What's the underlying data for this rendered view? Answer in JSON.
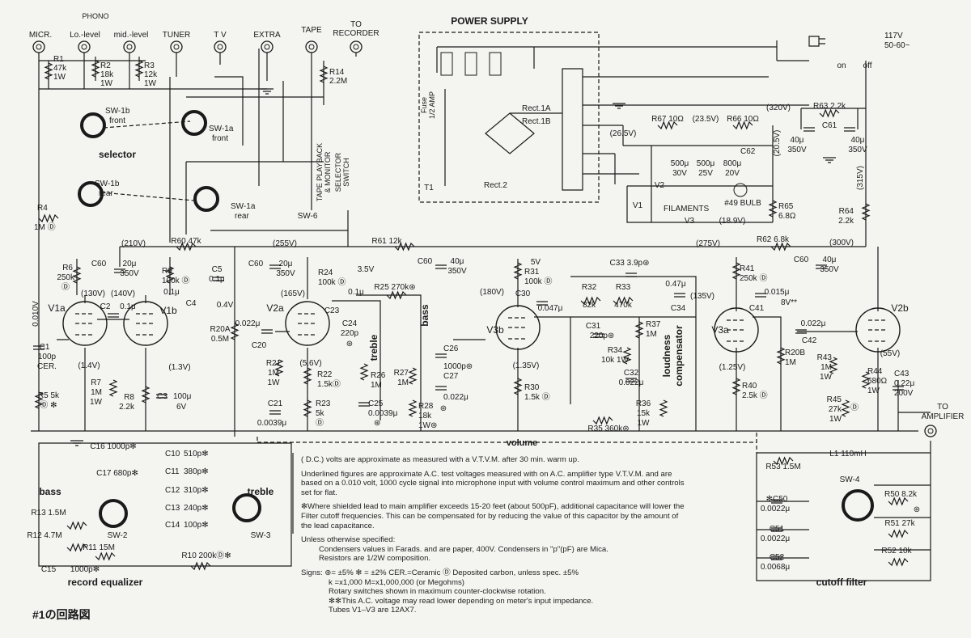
{
  "title": "#1の回路図",
  "labels": {
    "in_micr": "MICR.",
    "phono": "PHONO",
    "in_lo": "Lo.-level",
    "in_mid": "mid.-level",
    "in_tuner": "TUNER",
    "in_tv": "T V",
    "in_extra": "EXTRA",
    "in_tape": "TAPE",
    "to_rec1": "TO",
    "to_rec2": "RECORDER",
    "r1": "R1",
    "r1v": "47k",
    "r1w": "1W",
    "r2": "R2",
    "r2v": "18k",
    "r2w": "1W",
    "r3": "R3",
    "r3v": "12k",
    "r3w": "1W",
    "r14": "R14",
    "r14v": "2.2M",
    "sw1bf": "SW-1b",
    "sw1bf2": "front",
    "selector": "selector",
    "sw1af": "SW-1a",
    "sw1af2": "front",
    "sw1br": "SW-1b",
    "sw1br2": "rear",
    "sw1ar": "SW-1a",
    "sw1ar2": "rear",
    "tapepb": "TAPE PLAYBACK",
    "tapemon": "& MONITOR",
    "selsw1": "SELECTOR",
    "selsw2": "SWITCH",
    "sw6": "SW-6",
    "r4": "R4",
    "r4v": "1M Ⓓ",
    "ps": "POWER SUPPLY",
    "ac1": "117V",
    "ac2": "50-60~",
    "on": "on",
    "off": "off",
    "fuse": "Fuse",
    "fuse2": "1/2 AMP",
    "rect1a": "Rect.1A",
    "rect1b": "Rect.1B",
    "rect2": "Rect.2",
    "t1": "T1",
    "r67": "R67 10Ω",
    "v235": "(23.5V)",
    "r66": "R66 10Ω",
    "v265": "(26.5V)",
    "v320": "(320V)",
    "r63": "R63 2.2k",
    "c61": "C61",
    "c61a": "40μ",
    "c61b": "350V",
    "c61c": "40μ",
    "c61d": "350V",
    "v205": "(20.5V)",
    "v315": "(315V)",
    "c62": "C62",
    "c62a": "500μ",
    "c62b": "30V",
    "c62c": "500μ",
    "c62d": "25V",
    "c62e": "800μ",
    "c62f": "20V",
    "v2f": "V2",
    "v1f": "V1",
    "fil": "FILAMENTS",
    "v3f": "V3",
    "bulb": "#49 BULB",
    "v189": "(18.9V)",
    "r65": "R65",
    "r65v": "6.8Ω",
    "r64": "R64",
    "r64v": "2.2k",
    "v210": "(210V)",
    "r60": "R60 47k",
    "v255": "(255V)",
    "r61": "R61 12k",
    "v275": "(275V)",
    "r62": "R62 6.8k",
    "v300": "(300V)",
    "c60a": "C60",
    "c60a1": "20μ",
    "c60a2": "350V",
    "r6": "R6",
    "r6v": "250k",
    "r6d": "Ⓓ",
    "r9": "R9",
    "r9v": "100k Ⓓ",
    "c5": "C5",
    "c5v": "0.1μ",
    "v130": "(130V)",
    "v140": "(140V)",
    "c4v": "0.1μ",
    "c4": "C4",
    "v1a": "V1a",
    "v1b": "V1b",
    "c2": "C2",
    "c2v": "0.1μ",
    "v0010": "0.010V",
    "c1": "C1",
    "c1v": "100p",
    "c1c": "CER.",
    "v14": "(1.4V)",
    "v13": "(1.3V)",
    "r7": "R7",
    "r7v": "1M",
    "r7w": "1W",
    "r8": "R8",
    "r8v": "2.2k",
    "c3": "C3",
    "c3v": "100μ",
    "c3w": "6V",
    "r5": "R5 5k",
    "r5d": "Ⓓ ✻",
    "v04": "0.4V",
    "r20a": "R20A",
    "r20av": "0.5M",
    "c60b": "C60",
    "c60b1": "20μ",
    "c60b2": "350V",
    "r24": "R24",
    "r24v": "100k Ⓓ",
    "v165": "(165V)",
    "c20v": "0.022μ",
    "c20": "C20",
    "v2a": "V2a",
    "c23": "C23",
    "c24": "C24",
    "c24v": "220p",
    "c24s": "⊛",
    "c01": "0.1μ",
    "v35": "3.5V",
    "r25": "R25 270k⊛",
    "treble": "treble",
    "bass": "bass",
    "r21": "R21",
    "r21v": "1M",
    "r21w": "1W",
    "v56": "(5.6V)",
    "r22": "R22",
    "r22v": "1.5kⒹ",
    "r26": "R26",
    "r26v": "1M",
    "c21": "C21",
    "c21v": "0.0039μ",
    "r23": "R23",
    "r23v": "5k",
    "r23d": "Ⓓ",
    "c25": "C25",
    "c25v": "0.0039μ",
    "c25s": "⊛",
    "r27": "R27",
    "r27v": "1M",
    "c26": "C26",
    "c26v": "1000p⊛",
    "c27": "C27",
    "c27v": "0.022μ",
    "r28": "R28",
    "r28v": "18k",
    "r28w": "1W⊛",
    "r28s": "⊛",
    "c60c": "C60",
    "c60c1": "40μ",
    "c60c2": "350V",
    "r31": "R31",
    "r31v": "100k Ⓓ",
    "v5": "5V",
    "v180": "(180V)",
    "c30": "C30",
    "c30v": "0.047μ",
    "v3b": "V3b",
    "v135": "(1.35V)",
    "r30": "R30",
    "r30v": "1.5k Ⓓ",
    "c33": "C33 3.9p⊛",
    "r32": "R32",
    "r32v": "82k",
    "r33": "R33",
    "r33v": "470k",
    "c047": "0.47μ",
    "c34": "C34",
    "r37": "R37",
    "r37v": "1M",
    "c31": "C31",
    "c31v": "220p⊛",
    "r34": "R34",
    "r34v": "10k 1W",
    "c32": "C32",
    "c32v": "0.022μ",
    "r35": "R35 360k⊛",
    "r36": "R36",
    "r36v": "15k",
    "r36w": "1W",
    "loud1": "loudness",
    "loud2": "compensator",
    "r41": "R41",
    "r41v": "250k Ⓓ",
    "v135b": "(135V)",
    "c41": "C41",
    "c0015": "0.015μ",
    "v8": "8V**",
    "v3a": "V3a",
    "v125": "(1.25V)",
    "r40": "R40",
    "r40v": "2.5k Ⓓ",
    "c42v": "0.022μ",
    "c42": "C42",
    "r20b": "R20B",
    "r20bv": "1M",
    "c60d": "C60",
    "c60d1": "40μ",
    "c60d2": "350V",
    "v2b": "V2b",
    "v55": "(55V)",
    "r43": "R43",
    "r43v": "1M",
    "r43w": "1W",
    "r44": "R44",
    "r44v": "680Ω",
    "r44w": "1W",
    "c43": "C43",
    "c43v": "0.22μ",
    "c43w": "200V",
    "r45": "R45",
    "r45v": "27k",
    "r45w": "1W",
    "r45d": "Ⓓ",
    "toamp1": "TO",
    "toamp2": "AMPLIFIER",
    "volume": "volume",
    "c16": "C16 1000p✻",
    "c17": "C17 680p✻",
    "bass2": "bass",
    "r13": "R13 1.5M",
    "r12": "R12 4.7M",
    "sw2": "SW-2",
    "r11": "R11 15M",
    "c15": "C15",
    "c15v": "1000p✻",
    "receq": "record equalizer",
    "c10": "C10",
    "c10v": "510p✻",
    "c11": "C11",
    "c11v": "380p✻",
    "c12": "C12",
    "c12v": "310p✻",
    "c13": "C13",
    "c13v": "240p✻",
    "c14": "C14",
    "c14v": "100p✻",
    "treble2": "treble",
    "sw3": "SW-3",
    "r10": "R10 200kⒹ✻",
    "r53": "R53 1.5M",
    "l1": "L1 110mH",
    "sw4": "SW-4",
    "c50": "✻C50",
    "c50v": "0.0022μ",
    "c51": "C51",
    "c51v": "0.0022μ",
    "c52": "C52",
    "c52v": "0.0068μ",
    "r50": "R50 8.2k",
    "r50s": "⊛",
    "r51": "R51 27k",
    "r52": "R52 10k",
    "cutoff": "cutoff filter"
  },
  "notes": [
    "( D.C.) volts are approximate as measured with a V.T.V.M. after 30 min. warm up.",
    "Underlined figures are approximate A.C. test voltages measured with on A.C. amplifier type V.T.V.M. and are",
    "based on a 0.010 volt, 1000 cycle signal into microphone input with volume control maximum and other controls",
    "set for flat.",
    "✻Where shielded lead to main amplifier exceeds 15-20 feet (about 500pF), additional capacitance will lower the",
    "Filter cutoff frequencies. This can be compensated for by reducing the value of this capacitor by the amount of",
    "the lead capacitance.",
    "Unless otherwise specified:",
    "Condensers values in Farads. and are paper, 400V.   Condensers in \"p\"(pF) are Mica.",
    "Resistors are 1/2W composition.",
    "Signs:  ⊛= ±5%   ✻ = ±2%     CER.=Ceramic   Ⓓ Deposited carbon, unless spec. ±5%",
    "k =x1,000    M=x1,000,000 (or Megohms)",
    "Rotary switches shown in maximum counter-clockwise rotation.",
    "✻✻This A.C. voltage may read lower depending on meter's input impedance.",
    "Tubes V1–V3 are 12AX7."
  ]
}
